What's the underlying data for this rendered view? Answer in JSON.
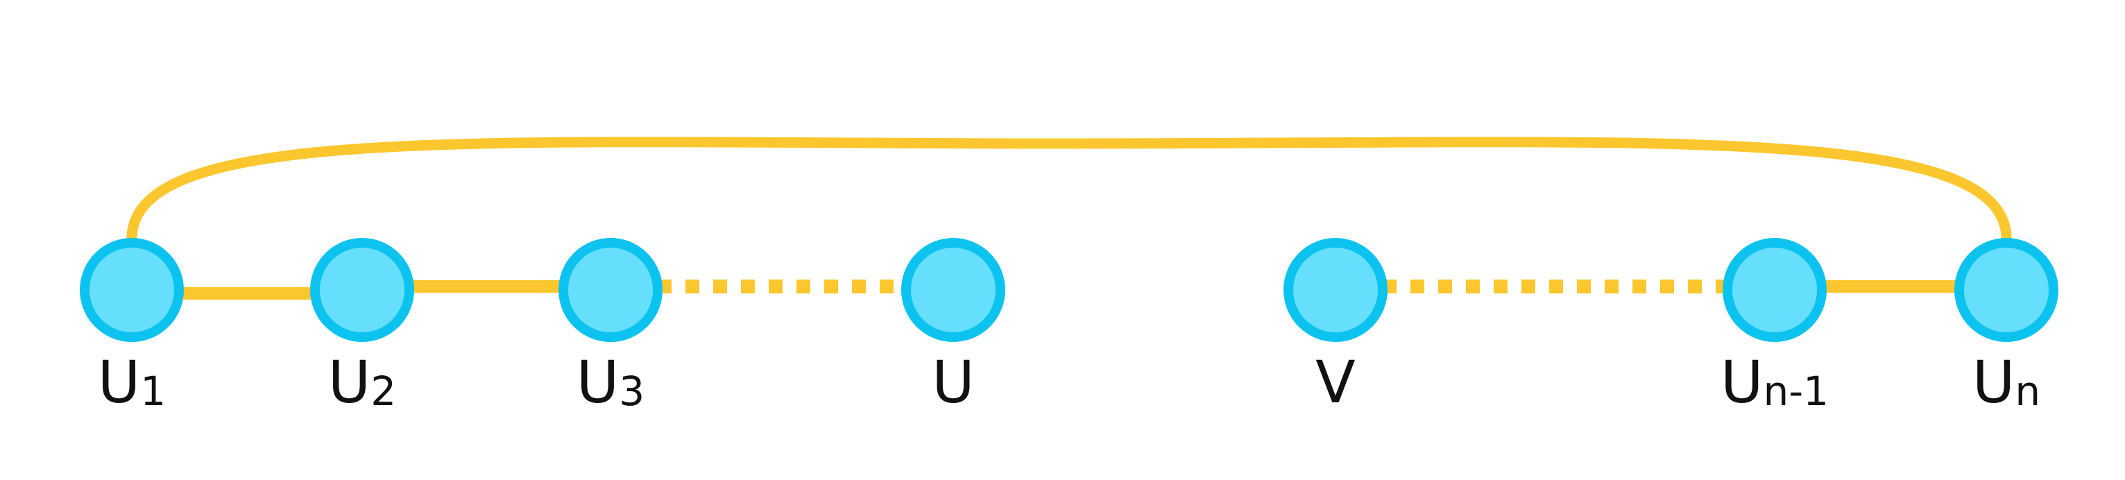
{
  "colors": {
    "node_fill": "#66DFFD",
    "node_stroke": "#0CC3F0",
    "edge": "#FCC72E",
    "label": "#111111"
  },
  "nodes": [
    {
      "id": "u1",
      "base": "U",
      "sub": "1"
    },
    {
      "id": "u2",
      "base": "U",
      "sub": "2"
    },
    {
      "id": "u3",
      "base": "U",
      "sub": "3"
    },
    {
      "id": "u",
      "base": "U",
      "sub": ""
    },
    {
      "id": "v",
      "base": "V",
      "sub": ""
    },
    {
      "id": "un1",
      "base": "U",
      "sub": "n-1"
    },
    {
      "id": "un",
      "base": "U",
      "sub": "n"
    }
  ],
  "edges": [
    {
      "from": "u1",
      "to": "u2",
      "style": "solid"
    },
    {
      "from": "u2",
      "to": "u3",
      "style": "solid"
    },
    {
      "from": "u3",
      "to": "u",
      "style": "dotted"
    },
    {
      "from": "v",
      "to": "un1",
      "style": "dotted"
    },
    {
      "from": "un1",
      "to": "un",
      "style": "solid"
    },
    {
      "from": "u1",
      "to": "un",
      "style": "arc"
    }
  ]
}
